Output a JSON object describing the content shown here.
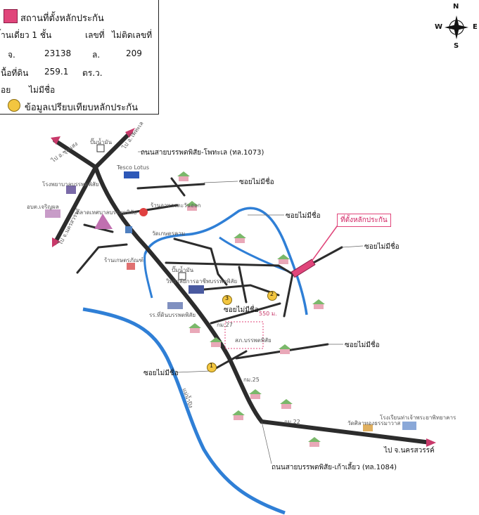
{
  "legend": {
    "location_label": "สถานที่ตั้งหลักประกัน",
    "row1": {
      "type": "้านเดี่ยว 1 ชั้น",
      "no_label": "เลขที่",
      "no_value": "ไม่ติดเลขที่"
    },
    "row2": {
      "doc": "จ.",
      "doc_no": "23138",
      "plot_label": "ล.",
      "plot_no": "209"
    },
    "row3": {
      "area_label": "นื้อที่ดิน",
      "area_value": "259.1",
      "unit": "ตร.ว."
    },
    "row4": {
      "soi_label": "อย",
      "soi_value": "ไม่มีชื่อ"
    },
    "compare_label": "ข้อมูลเปรียบเทียบหลักประกัน"
  },
  "compass": {
    "n": "N",
    "s": "S",
    "e": "E",
    "w": "W"
  },
  "roads": {
    "top_road": "ถนนสายบรรพตพิสัย-โพทะเล (ทล.1073)",
    "bottom_road": "ถนนสายบรรพตพิสัย-เก้าเลี้ยว (ทล.1084)",
    "to_chumsaeng": "ไป อ.ชุมแสง",
    "to_photale": "ไป อ.โพทะเล",
    "to_nakhon_sawan": "ไป จ.นครสวรรค์",
    "to_nakhonsawan_left": "ไป จ.นครสวรรค์",
    "soi": [
      "ซอยไม่มีชื่อ",
      "ซอยไม่มีชื่อ",
      "ซอยไม่มีชื่อ",
      "ซอยไม่มีชื่อ",
      "ซอยไม่มีชื่อ",
      "ซอยไม่มีชื่อ"
    ]
  },
  "site_label": "ที่ตั้งหลักประกัน",
  "distance": "550 ม.",
  "comparables": [
    "1",
    "2",
    "3"
  ],
  "places": {
    "hospital": "โรงพยาบาลบรรพตพิสัย",
    "district": "อบต.เจริญผล",
    "tesco": "Tesco Lotus",
    "college": "วิทยาลัยการอาชีพบรรพตพิสัย",
    "gas": "ปั๊มน้ำมัน",
    "gas2": "ปั๊มน้ำมัน",
    "school": "รร.ที่ดินบรรพตพิสัย",
    "temple": "วัดเกษตรคาม",
    "shop": "ร้านเกษตรภัณฑ์",
    "shop2": "ร้านอาหารตะวันออก",
    "market": "ตลาดเทศบาลบรรพตพิสัย",
    "police": "สภ.บรรพตพิสัย",
    "school2": "โรงเรียนท่าเจ้าพระยาพิทยาคาร",
    "temple2": "วัดศิลาทองธรรมาวาส",
    "km1": "กม.27",
    "km2": "กม.22",
    "km3": "กม.25"
  },
  "river_label": "แม่น้ำปิง",
  "colors": {
    "road": "#2c2c2c",
    "river": "#2f7fd6",
    "site": "#e0457a",
    "compare": "#f3c640",
    "arrow": "#c8396a"
  }
}
